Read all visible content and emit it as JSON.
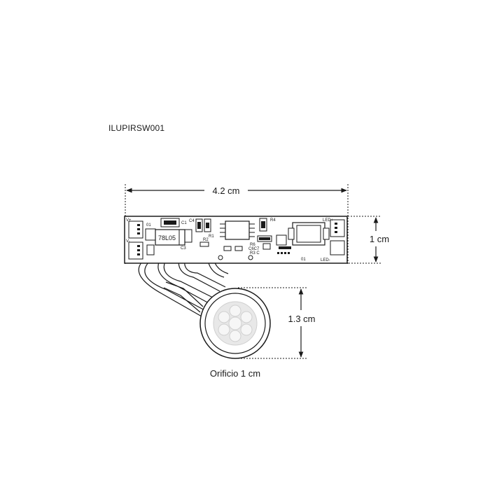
{
  "product_code": "ILUPIRSW001",
  "dimensions": {
    "length": "4.2 cm",
    "height": "1 cm",
    "sensor_height": "1.3 cm"
  },
  "caption": "Orificio 1 cm",
  "board_labels": {
    "vplus": "V+",
    "vminus": "V-",
    "q1": "01",
    "c1": "C1",
    "c3": "C3",
    "c4": "C4",
    "r1": "R1",
    "r2": "R2",
    "r4": "R4",
    "r6": "R6",
    "c6c7": "C6C7",
    "r3c": "R3 C",
    "regulator": "78L05",
    "q2": "01",
    "led_plus": "LED+",
    "led_minus": "LED-"
  },
  "colors": {
    "line": "#1a1a1a",
    "sensor_fill": "#e8e8e8"
  }
}
